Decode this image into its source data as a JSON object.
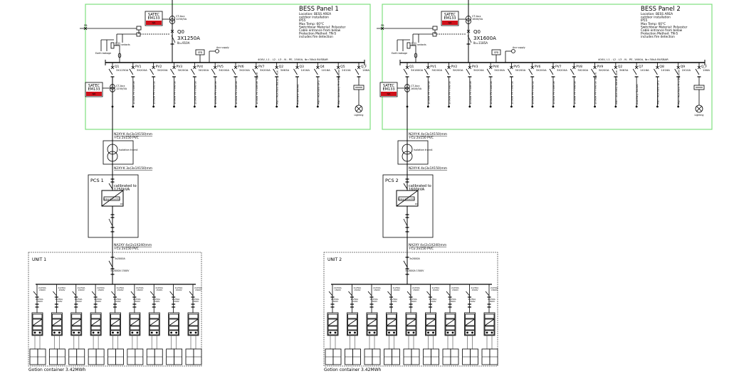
{
  "colors": {
    "panel_border": "#7ee07e",
    "line": "#000000",
    "accent_red": "#e0000f",
    "meter_fill": "#d0101a",
    "dashed_border": "#555555"
  },
  "panels": [
    {
      "id": "panel1",
      "title": "BESS Panel 1",
      "notes": [
        "Location: BESS AREA",
        "outdoor installation",
        "IP55",
        "Max Temp: 60°C",
        "Switchboar Material: Polyester",
        "Cable entrance from below",
        "Protection Method: TN-S",
        "includes fire detection"
      ],
      "meter": {
        "brand": "SATEC",
        "model": "EM133",
        "tag": "NR"
      },
      "ct_label": "CT-Aux 1250/5A",
      "main_breaker": {
        "name": "Q0",
        "rating": "3X1250A",
        "setting": "Ib=910A"
      },
      "busbar_label": "400V, L1 - L2 - L3 - N - PE, 1500A, Ib=30kA BUSBAR",
      "feeders": [
        {
          "name": "Q1",
          "rating": "3X1250A",
          "load": ""
        },
        {
          "name": "PV1",
          "rating": "3X200A",
          "load": "100kW PV Inverter"
        },
        {
          "name": "PV2",
          "rating": "3X200A",
          "load": "100kW PV Inverter"
        },
        {
          "name": "PV3",
          "rating": "3X200A",
          "load": "100kW PV Inverter"
        },
        {
          "name": "PV4",
          "rating": "3X200A",
          "load": "100kW PV Inverter"
        },
        {
          "name": "PV5",
          "rating": "3X200A",
          "load": "100kW PV Inverter"
        },
        {
          "name": "PV6",
          "rating": "3X200A",
          "load": "100kW PV Inverter"
        },
        {
          "name": "PV7",
          "rating": "3X200A",
          "load": "100kW PV Inverter Spare"
        },
        {
          "name": "Q2",
          "rating": "3X63A",
          "load": "Main Auxiliary Battery Aux"
        },
        {
          "name": "Q3",
          "rating": "1X16A",
          "load": "Auxiliary Socket"
        },
        {
          "name": "Q4",
          "rating": "1X16A",
          "load": "Main Auxiliary UPS"
        },
        {
          "name": "Q5",
          "rating": "2X10A",
          "load": "Main Auxiliary Fire Detector"
        },
        {
          "name": "Q_F",
          "rating": "1X6A",
          "load": "Lighting"
        }
      ],
      "cable_top": "N2XY-K 4x(3x1X150)mm",
      "cable_top_2": "+Cu 2x150 PVC",
      "transformer": "Isolation transf.",
      "cable_bottom": "N2XY-K 3x(3x1X150)mm",
      "pcs": {
        "title": "PCS 1",
        "note": "calibrated to 1250kVA",
        "device": "Bidirectional PCS"
      },
      "cable_dc": "NA2XY 4x(2x1X240)mm",
      "cable_dc_2": "+Cu 2x150 PVC"
    },
    {
      "id": "panel2",
      "title": "BESS Panel 2",
      "notes": [
        "Location: BESS AREA",
        "outdoor installation",
        "IP55",
        "Max Temp: 60°C",
        "Switchboar Material: Polyester",
        "Cable entrance from below",
        "Protection Method: TN-S",
        "includes fire detection"
      ],
      "meter": {
        "brand": "SATEC",
        "model": "EM133",
        "tag": "NR"
      },
      "ct_label": "CT-Aux 1600/5A",
      "main_breaker": {
        "name": "Q0",
        "rating": "3X1600A",
        "setting": "Ib=1185A"
      },
      "busbar_label": "400V, L1 - L2 - L3 - N - PE, 1600A, Ib=30kA BUSBAR",
      "feeders": [
        {
          "name": "Q1",
          "rating": "3X1600A",
          "load": ""
        },
        {
          "name": "PV1",
          "rating": "3X200A",
          "load": "100kW PV Inverter"
        },
        {
          "name": "PV2",
          "rating": "3X200A",
          "load": "100kW PV Inverter"
        },
        {
          "name": "PV3",
          "rating": "3X200A",
          "load": "100kW PV Inverter"
        },
        {
          "name": "PV4",
          "rating": "3X200A",
          "load": "100kW PV Inverter"
        },
        {
          "name": "PV5",
          "rating": "3X200A",
          "load": "100kW PV Inverter"
        },
        {
          "name": "PV6",
          "rating": "3X200A",
          "load": "100kW PV Inverter"
        },
        {
          "name": "PV7",
          "rating": "3X200A",
          "load": "100kW PV Inverter"
        },
        {
          "name": "PV8",
          "rating": "3X200A",
          "load": "100kW PV Inverter"
        },
        {
          "name": "PV9",
          "rating": "3X200A",
          "load": "100kW PV Inverter Spare"
        },
        {
          "name": "Q2",
          "rating": "3X63A",
          "load": "Main Auxiliary Battery Aux"
        },
        {
          "name": "Q7",
          "rating": "1X16A",
          "load": "Auxiliary Socket"
        },
        {
          "name": "Q8",
          "rating": "1X16A",
          "load": "Main Auxiliary UPS"
        },
        {
          "name": "Q9",
          "rating": "2X10A",
          "load": "Main Auxiliary Fire Detector"
        },
        {
          "name": "Q_F",
          "rating": "1X6A",
          "load": "Lighting"
        }
      ],
      "cable_top": "N2XY-K 4x(3x1X150)mm",
      "cable_top_2": "+Cu 2x150 PVC",
      "transformer": "Isolation transf.",
      "cable_bottom": "N2XY-K 4x(3x1X150)mm",
      "pcs": {
        "title": "PCS 2",
        "note": "calibrated to 1600kVA",
        "device": "Bidirectional PCS"
      },
      "cable_dc": "NA2XY 4x(2x1X240)mm",
      "cable_dc_2": "+Cu 2x150 PVC"
    }
  ],
  "units": [
    {
      "title": "UNIT 1",
      "footer": "Gotion container 3.42MWh",
      "main_switch": "3x2000A 1500V",
      "branch_fuse": "2x250A 1500V",
      "branch_count": 9
    },
    {
      "title": "UNIT 2",
      "footer": "Gotion container 3.42MWh",
      "main_switch": "3x2000A 1500V",
      "branch_fuse": "2x250A 1500V",
      "branch_count": 9
    }
  ],
  "labels": {
    "rcd": "RCD",
    "earth": "Earth",
    "dc": "DC"
  }
}
